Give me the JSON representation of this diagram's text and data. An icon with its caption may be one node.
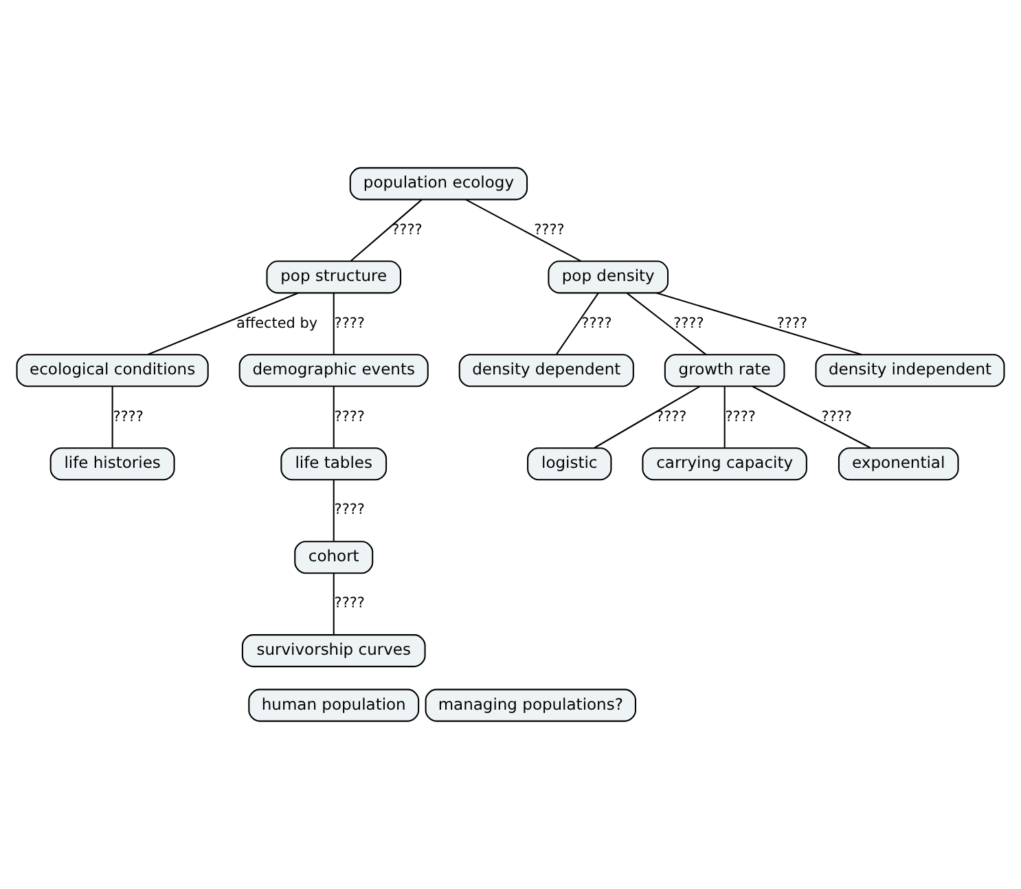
{
  "diagram": {
    "nodes": [
      {
        "text": [
          "population ecology"
        ]
      },
      {
        "text": [
          "pop structure"
        ]
      },
      {
        "text": [
          "pop density"
        ]
      },
      {
        "text": [
          "ecological conditions"
        ]
      },
      {
        "text": [
          "demographic events"
        ]
      },
      {
        "text": [
          "density dependent"
        ]
      },
      {
        "text": [
          "growth rate"
        ]
      },
      {
        "text": [
          "density independent"
        ]
      },
      {
        "text": [
          "life histories"
        ]
      },
      {
        "text": [
          "life tables"
        ]
      },
      {
        "text": [
          "logistic"
        ]
      },
      {
        "text": [
          "carrying capacity"
        ]
      },
      {
        "text": [
          "exponential"
        ]
      },
      {
        "text": [
          "cohort"
        ]
      },
      {
        "text": [
          "survivorship curves"
        ]
      },
      {
        "text": [
          "human population"
        ]
      },
      {
        "text": [
          "managing populations?"
        ]
      }
    ],
    "edges": [
      {
        "from": 0,
        "to": 1,
        "arrow": "none",
        "label": "????"
      },
      {
        "from": 0,
        "to": 2,
        "arrow": "none",
        "label": "????"
      },
      {
        "from": 1,
        "to": 3,
        "arrow": "none",
        "label": "affected by"
      },
      {
        "from": 1,
        "to": 4,
        "arrow": "none",
        "label": "????"
      },
      {
        "from": 2,
        "to": 5,
        "arrow": "none",
        "label": "????"
      },
      {
        "from": 2,
        "to": 6,
        "arrow": "none",
        "label": "????"
      },
      {
        "from": 2,
        "to": 7,
        "arrow": "none",
        "label": "????"
      },
      {
        "from": 3,
        "to": 8,
        "arrow": "none",
        "label": "????"
      },
      {
        "from": 4,
        "to": 9,
        "arrow": "none",
        "label": "????"
      },
      {
        "from": 6,
        "to": 10,
        "arrow": "none",
        "label": "????"
      },
      {
        "from": 6,
        "to": 11,
        "arrow": "none",
        "label": "????"
      },
      {
        "from": 6,
        "to": 12,
        "arrow": "none",
        "label": "????"
      },
      {
        "from": 9,
        "to": 13,
        "arrow": "none",
        "label": "????"
      },
      {
        "from": 13,
        "to": 14,
        "arrow": "none",
        "label": "????"
      }
    ]
  }
}
